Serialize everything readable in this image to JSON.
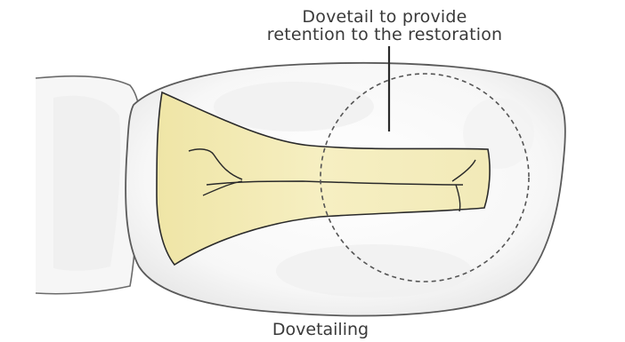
{
  "annotation": {
    "line1": "Dovetail to provide",
    "line2": "retention to the restoration"
  },
  "caption": "Dovetailing",
  "colors": {
    "cavity_fill": "#f3ecb8",
    "cavity_edge": "#e6dc9a",
    "tooth_outline": "#5a5a5a",
    "outline_dark": "#222222",
    "dashed_circle": "#555555"
  }
}
